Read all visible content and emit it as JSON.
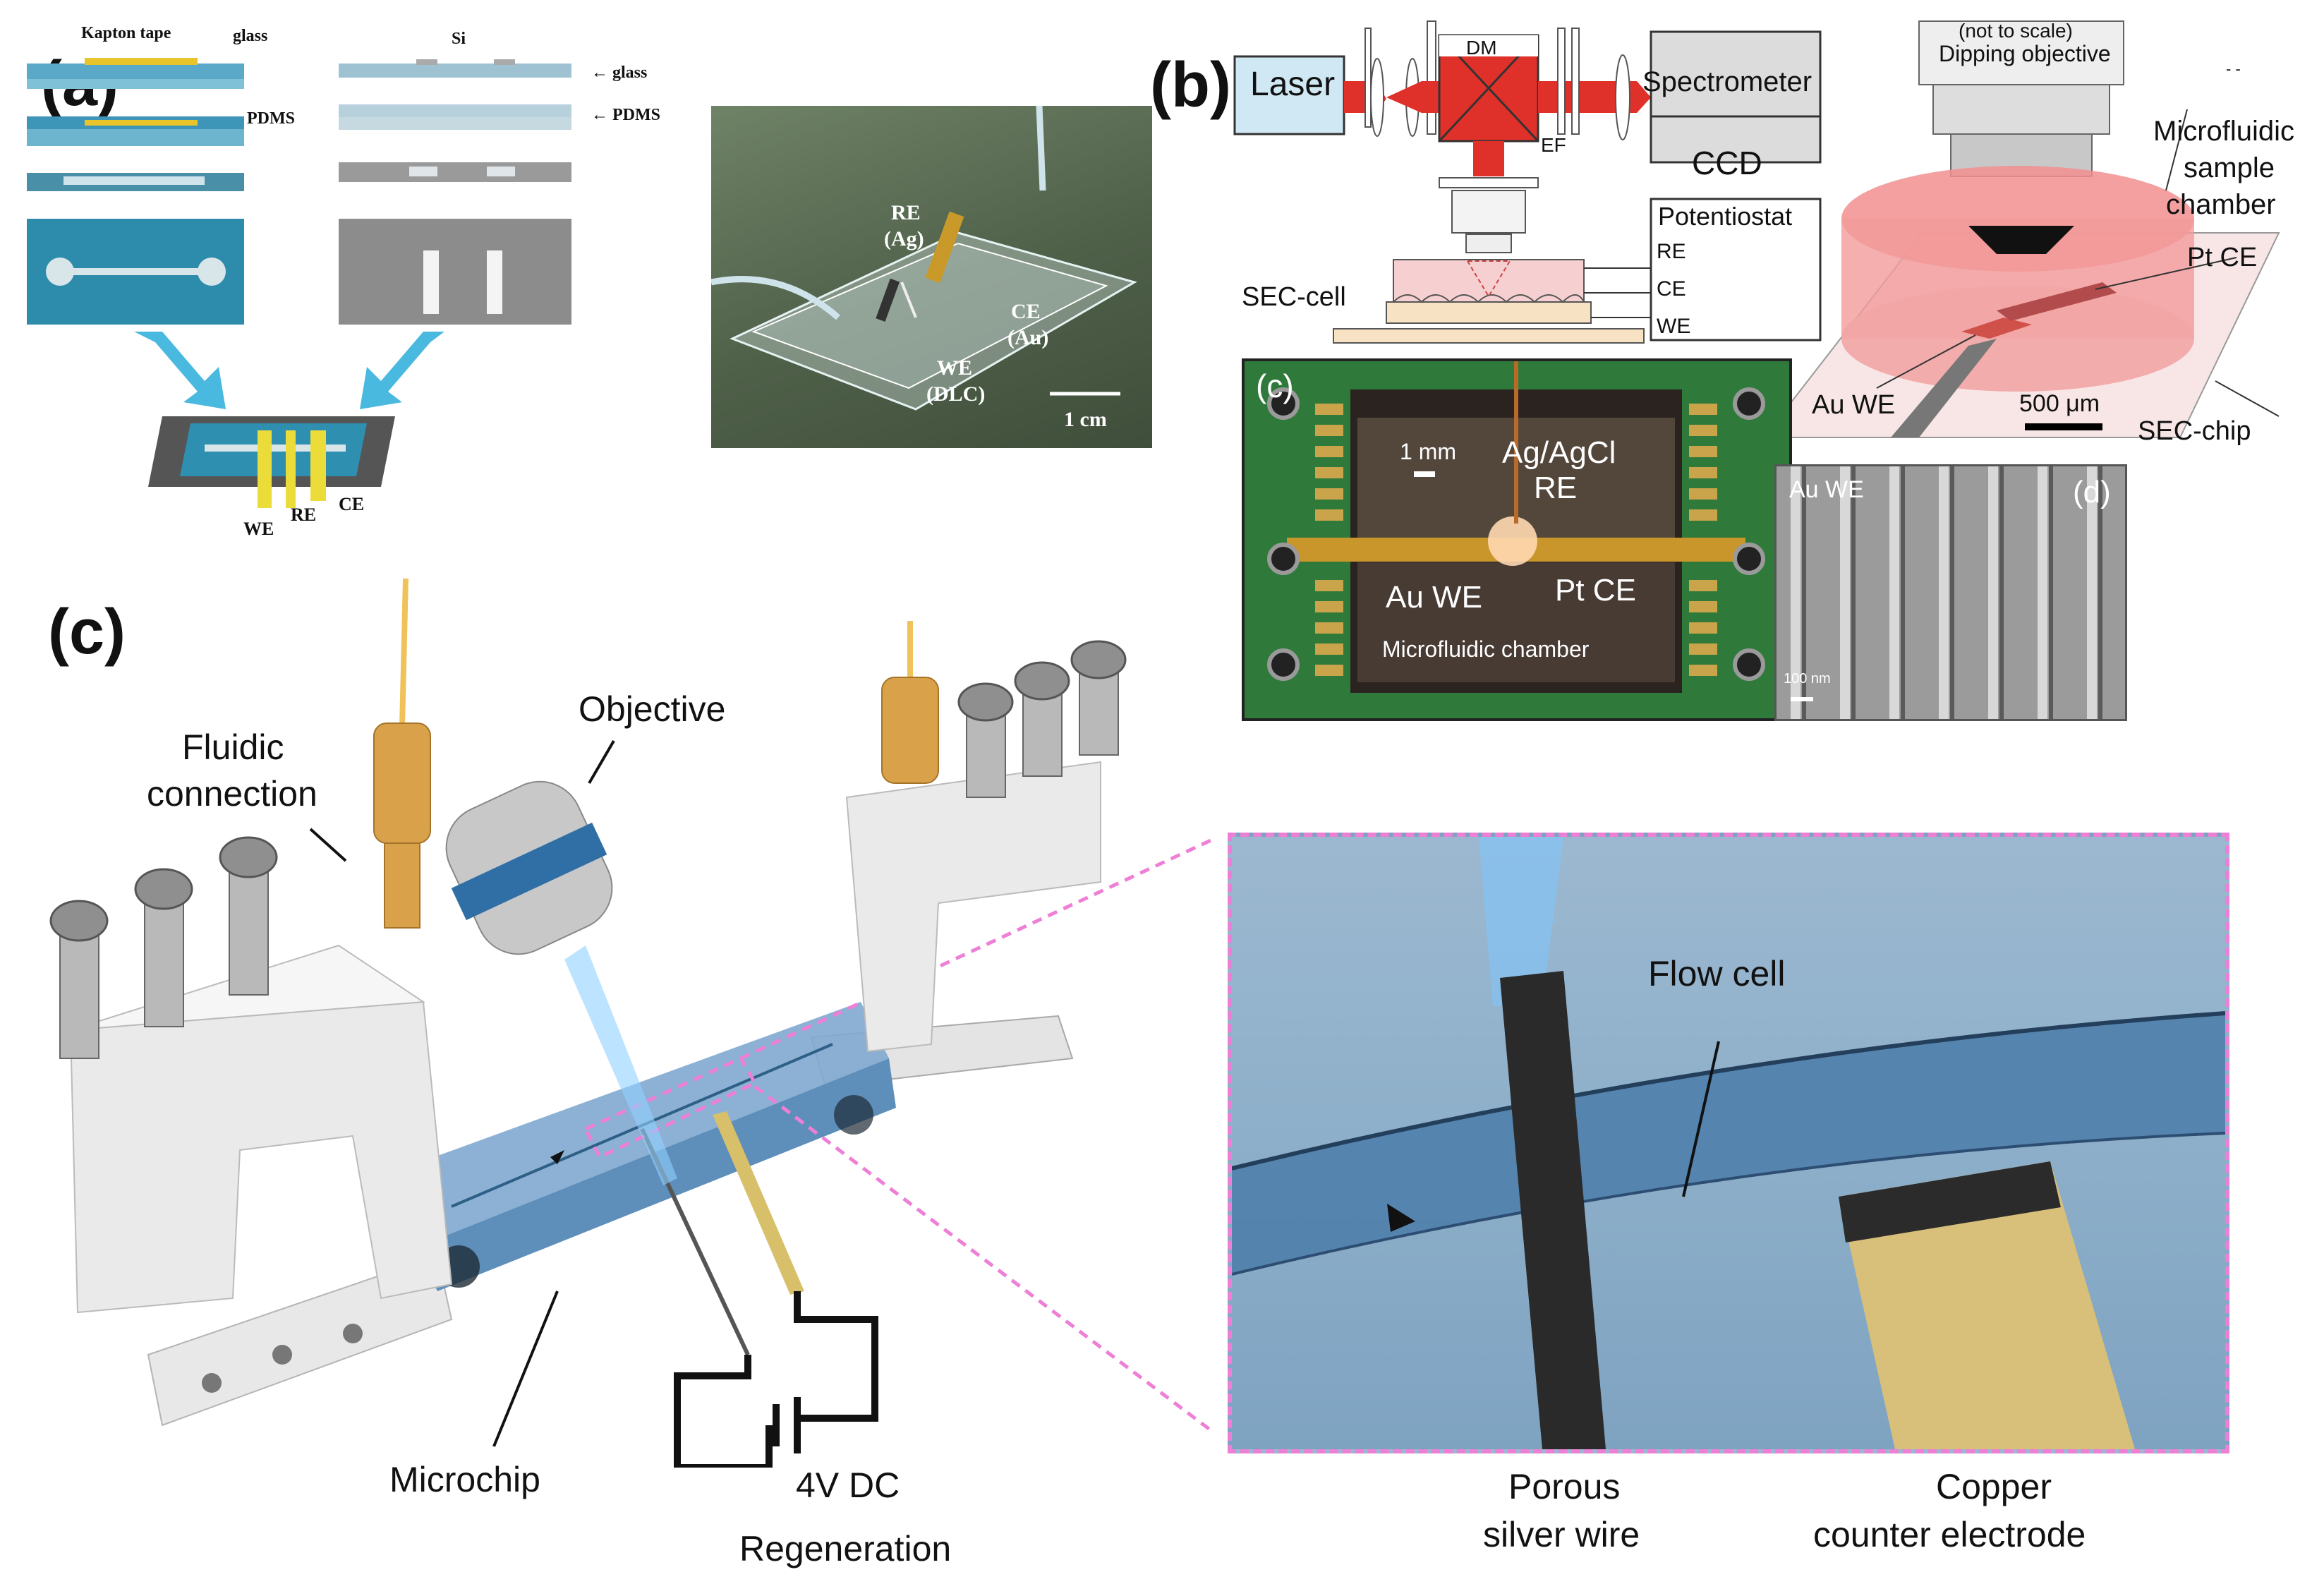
{
  "panel_a": {
    "letter": "(a)",
    "left_stack": {
      "kapton": "Kapton tape",
      "glass": "glass",
      "pdms": "PDMS"
    },
    "right_stack": {
      "si": "Si",
      "glass": "← glass",
      "pdms": "← PDMS"
    },
    "chip_labels": {
      "we": "WE",
      "re": "RE",
      "ce": "CE"
    },
    "photo": {
      "re": "RE",
      "re_mat": "(Ag)",
      "ce": "CE",
      "ce_mat": "(Au)",
      "we": "WE",
      "we_mat": "(DLC)",
      "scale": "1 cm"
    }
  },
  "panel_b": {
    "letter": "(b)",
    "laser": "Laser",
    "dm": "DM",
    "ef": "EF",
    "spectrometer": "Spectrometer",
    "ccd": "CCD",
    "potentiostat": "Potentiostat",
    "re": "RE",
    "ce": "CE",
    "we": "WE",
    "sec_cell": "SEC-cell",
    "objective_note": "(not to scale)",
    "objective": "Dipping objective",
    "chamber": [
      "Microfluidic",
      "sample",
      "chamber"
    ],
    "pt_ce": "Pt CE",
    "au_we": "Au WE",
    "scale": "500 μm",
    "sec_chip": "SEC-chip",
    "corner_mark": "- -"
  },
  "panel_c_photo": {
    "letter": "(c)",
    "scale": "1 mm",
    "ref": [
      "Ag/AgCl",
      "RE"
    ],
    "au_we": "Au WE",
    "pt_ce": "Pt CE",
    "chamber": "Microfluidic chamber"
  },
  "panel_d": {
    "letter": "(d)",
    "label": "Au WE",
    "scale": "100 nm"
  },
  "panel_c_main": {
    "letter": "(c)",
    "fluidic": [
      "Fluidic",
      "connection"
    ],
    "objective": "Objective",
    "microchip": "Microchip",
    "regen": [
      "4V DC",
      "Regeneration"
    ],
    "flow_cell": "Flow cell",
    "wire": [
      "Porous",
      "silver wire"
    ],
    "counter": [
      "Copper",
      "counter electrode"
    ]
  },
  "colors": {
    "chip_blue": "#5b8fb8",
    "laser_red": "#e0302a",
    "magenta_dash": "#ee7fd6",
    "gold": "#f0c85a",
    "pcb_green": "#2f7a3a"
  }
}
